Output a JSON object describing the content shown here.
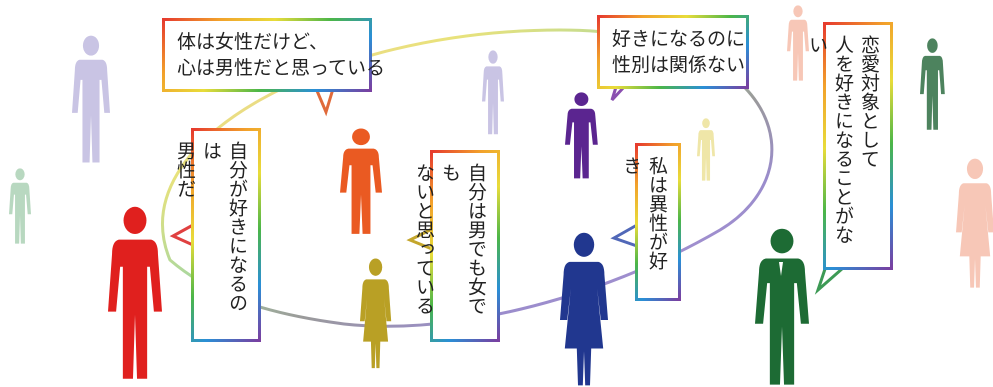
{
  "bubbles": {
    "body_mind": {
      "line1": "体は女性だけど、",
      "line2": "心は男性だと思っている"
    },
    "gender_irrelevant": {
      "line1": "好きになるのに",
      "line2": "性別は関係ない"
    },
    "no_love": {
      "line1": "恋愛対象として",
      "line2": "人を好きになることがない"
    },
    "likes_male": {
      "line1": "自分が好きになるのは",
      "line2": "男性だ"
    },
    "neither": {
      "line1": "自分は男でも女でも",
      "line2": "ないと思っている"
    },
    "hetero": {
      "line1": "私は異性が好き"
    }
  },
  "colors": {
    "red": "#e0201e",
    "orange": "#ea5a22",
    "purple": "#5b2590",
    "olive": "#b9a025",
    "navy": "#21378f",
    "green": "#1d6b34",
    "faint_lavender": "#c9c4e4",
    "faint_green": "#b8d8c0",
    "faint_pink": "#f7c7b7",
    "faint_yellow": "#efe6a8"
  }
}
